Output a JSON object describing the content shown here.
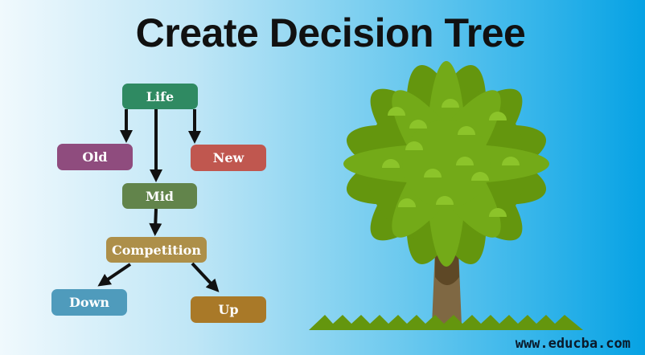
{
  "title": "Create Decision Tree",
  "nodes": {
    "life": {
      "label": "Life",
      "color": "#2f8a62"
    },
    "old": {
      "label": "Old",
      "color": "#8f4c7e"
    },
    "new": {
      "label": "New",
      "color": "#c0574f"
    },
    "mid": {
      "label": "Mid",
      "color": "#62844b"
    },
    "competition": {
      "label": "Competition",
      "color": "#ad8f49"
    },
    "down": {
      "label": "Down",
      "color": "#4f9bbc"
    },
    "up": {
      "label": "Up",
      "color": "#a97928"
    }
  },
  "edges": [
    [
      "life",
      "old"
    ],
    [
      "life",
      "mid"
    ],
    [
      "life",
      "new"
    ],
    [
      "mid",
      "competition"
    ],
    [
      "competition",
      "down"
    ],
    [
      "competition",
      "up"
    ]
  ],
  "footer": "www.educba.com"
}
